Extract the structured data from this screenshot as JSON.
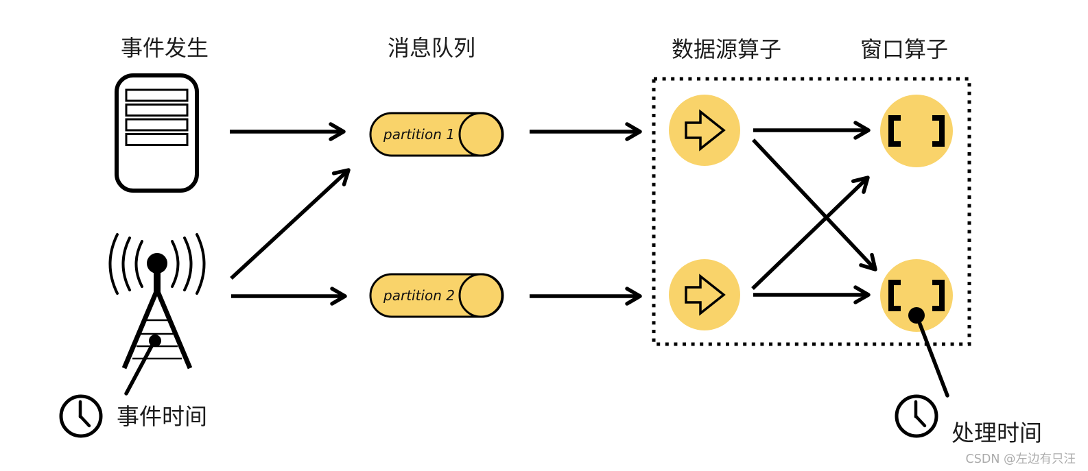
{
  "diagram": {
    "columns": {
      "event_source_label": "事件发生",
      "message_queue_label": "消息队列",
      "source_operator_label": "数据源算子",
      "window_operator_label": "窗口算子"
    },
    "partitions": [
      {
        "label": "partition 1"
      },
      {
        "label": "partition 2"
      }
    ],
    "annotations": {
      "event_time_label": "事件时间",
      "processing_time_label": "处理时间"
    },
    "watermark": "CSDN @左边有只汪",
    "icons": {
      "event_producers": [
        "server-icon",
        "radio-tower-icon"
      ],
      "time_markers": [
        "clock-icon",
        "clock-icon"
      ],
      "source_operator_icon": "right-arrow-icon",
      "window_operator_icon": "window-brackets-icon"
    },
    "colors": {
      "node_fill": "#F9D36A",
      "line": "#000000",
      "label_text": "#1C1C1C",
      "watermark_text": "#ABABAB",
      "background": "#FFFFFF"
    }
  }
}
